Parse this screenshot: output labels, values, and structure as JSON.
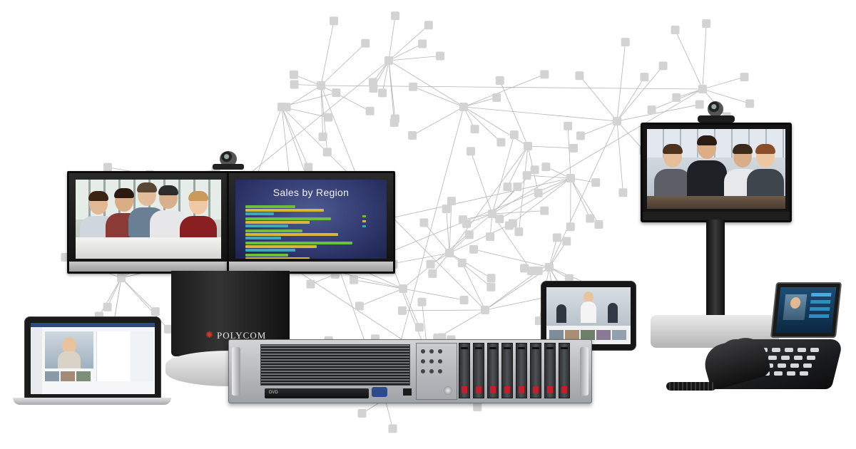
{
  "chart": {
    "title": "Sales by Region"
  },
  "brand": {
    "name": "POLYCOM"
  },
  "server": {
    "drive_label": "DVD"
  },
  "colors": {
    "background": "#ffffff",
    "network_line": "#b5b5b5",
    "network_node": "#d3d3d3",
    "chart_bg": "#2b3366",
    "bar_green": "#6cbf3c",
    "bar_gold": "#d8b63a",
    "bar_teal": "#3fa7b8",
    "server_led": "#c81e2a"
  },
  "icons": {
    "camera": "camera-icon",
    "logo": "polycom-logo-icon"
  }
}
